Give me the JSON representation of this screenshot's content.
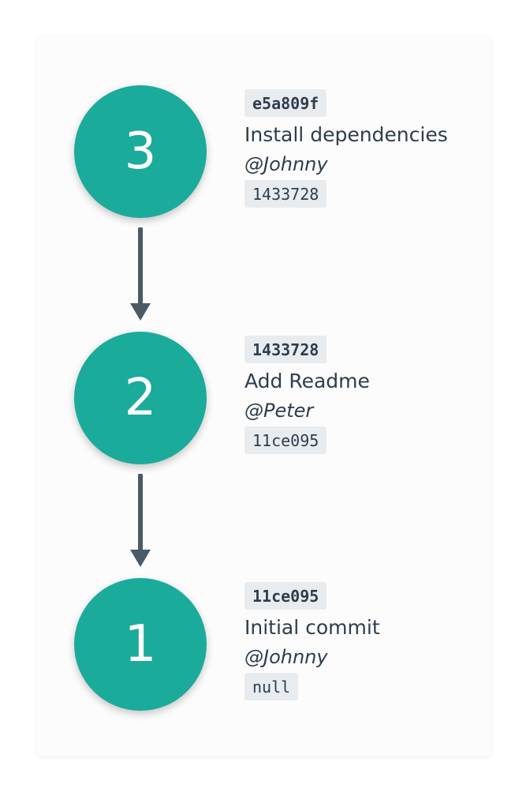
{
  "commits": [
    {
      "number": "3",
      "hash": "e5a809f",
      "message": "Install dependencies",
      "author": "@Johnny",
      "parent": "1433728"
    },
    {
      "number": "2",
      "hash": "1433728",
      "message": "Add Readme",
      "author": "@Peter",
      "parent": "11ce095"
    },
    {
      "number": "1",
      "hash": "11ce095",
      "message": "Initial commit",
      "author": "@Johnny",
      "parent": "null"
    }
  ],
  "colors": {
    "node": "#1aab9b",
    "text": "#2e3d4c",
    "arrow": "#4a5a66",
    "badge": "#e8ecef"
  }
}
